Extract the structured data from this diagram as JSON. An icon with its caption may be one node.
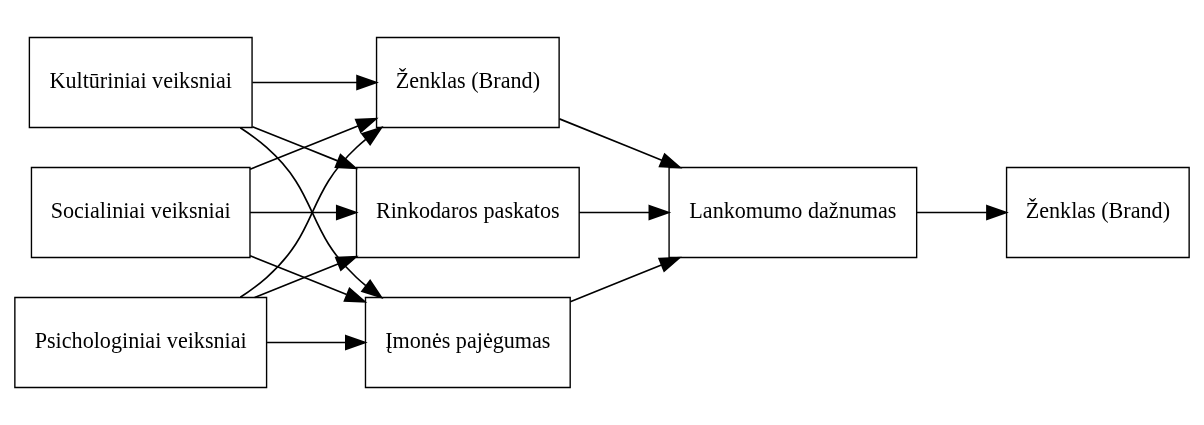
{
  "diagram": {
    "nodes": [
      {
        "text": [
          "Kultūriniai veiksniai"
        ]
      },
      {
        "text": [
          "Socialiniai veiksniai"
        ]
      },
      {
        "text": [
          "Psichologiniai veiksniai"
        ]
      },
      {
        "text": [
          "Ženklas (Brand)"
        ]
      },
      {
        "text": [
          "Rinkodaros paskatos"
        ]
      },
      {
        "text": [
          "Įmonės pajėgumas"
        ]
      },
      {
        "text": [
          "Lankomumo dažnumas"
        ]
      },
      {
        "text": [
          "Ženklas (Brand)"
        ]
      }
    ],
    "edges": [
      {
        "from": 0,
        "to": 3,
        "arrow": "to"
      },
      {
        "from": 0,
        "to": 4,
        "arrow": "to"
      },
      {
        "from": 0,
        "to": 5,
        "arrow": "to"
      },
      {
        "from": 1,
        "to": 3,
        "arrow": "to"
      },
      {
        "from": 1,
        "to": 4,
        "arrow": "to"
      },
      {
        "from": 1,
        "to": 5,
        "arrow": "to"
      },
      {
        "from": 2,
        "to": 3,
        "arrow": "to"
      },
      {
        "from": 2,
        "to": 4,
        "arrow": "to"
      },
      {
        "from": 2,
        "to": 5,
        "arrow": "to"
      },
      {
        "from": 3,
        "to": 6,
        "arrow": "to"
      },
      {
        "from": 4,
        "to": 6,
        "arrow": "to"
      },
      {
        "from": 5,
        "to": 6,
        "arrow": "to"
      },
      {
        "from": 6,
        "to": 7,
        "arrow": "to"
      }
    ]
  }
}
